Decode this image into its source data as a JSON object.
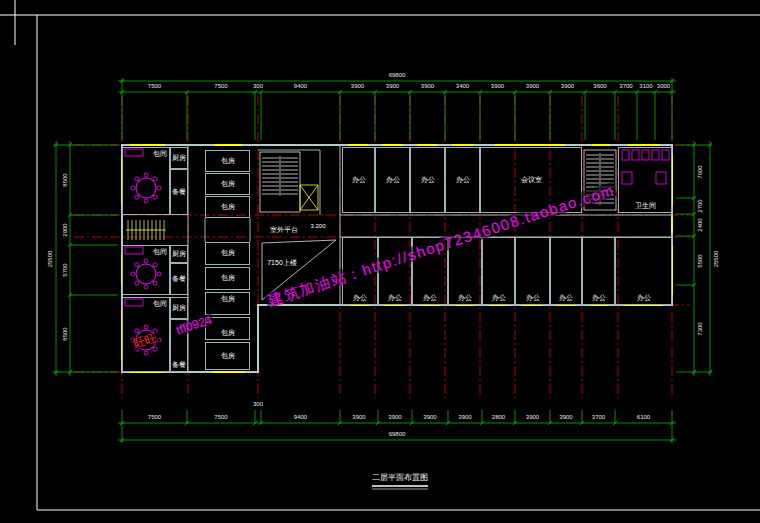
{
  "diagram": {
    "title": "二层平面布置图",
    "nodes": [
      {
        "text": [
          "包间"
        ]
      },
      {
        "text": [
          "厨房"
        ]
      },
      {
        "text": [
          "备餐"
        ]
      },
      {
        "text": [
          "包房"
        ]
      },
      {
        "text": [
          "包房"
        ]
      },
      {
        "text": [
          "包房"
        ]
      },
      {
        "text": [
          "办公"
        ]
      },
      {
        "text": [
          "办公"
        ]
      },
      {
        "text": [
          "办公"
        ]
      },
      {
        "text": [
          "办公"
        ]
      },
      {
        "text": [
          "会议室"
        ]
      },
      {
        "text": [
          "卫生间"
        ]
      },
      {
        "text": [
          "包间"
        ]
      },
      {
        "text": [
          "厨房"
        ]
      },
      {
        "text": [
          "备餐"
        ]
      },
      {
        "text": [
          "包房"
        ]
      },
      {
        "text": [
          "包房"
        ]
      },
      {
        "text": [
          "包房"
        ]
      },
      {
        "text": [
          "包房"
        ]
      },
      {
        "text": [
          "包房"
        ]
      },
      {
        "text": [
          "办公"
        ]
      },
      {
        "text": [
          "办公"
        ]
      },
      {
        "text": [
          "办公"
        ]
      },
      {
        "text": [
          "办公"
        ]
      },
      {
        "text": [
          "办公"
        ]
      },
      {
        "text": [
          "办公"
        ]
      },
      {
        "text": [
          "办公"
        ]
      },
      {
        "text": [
          "办公"
        ]
      },
      {
        "text": [
          "办公"
        ]
      },
      {
        "text": [
          "包间"
        ]
      },
      {
        "text": [
          "厨房"
        ]
      },
      {
        "text": [
          "备餐"
        ]
      }
    ],
    "labels": [
      "69800",
      "7500",
      "7500",
      "300",
      "9400",
      "3900",
      "3900",
      "3900",
      "3400",
      "3900",
      "3900",
      "3900",
      "3600",
      "3700",
      "3100",
      "3000",
      "7500",
      "7500",
      "9400",
      "3900",
      "3900",
      "3900",
      "3900",
      "2800",
      "3900",
      "3900",
      "3700",
      "6100",
      "69800",
      "300",
      "8500",
      "2900",
      "5700",
      "8500",
      "25500",
      "7600",
      "2700",
      "2400",
      "5500",
      "7300",
      "25500",
      "室外平台",
      "3.200",
      "7150上楼",
      "旺旺",
      "tff0924",
      "建筑加油站：http://shop72346008.taobao.com"
    ]
  }
}
